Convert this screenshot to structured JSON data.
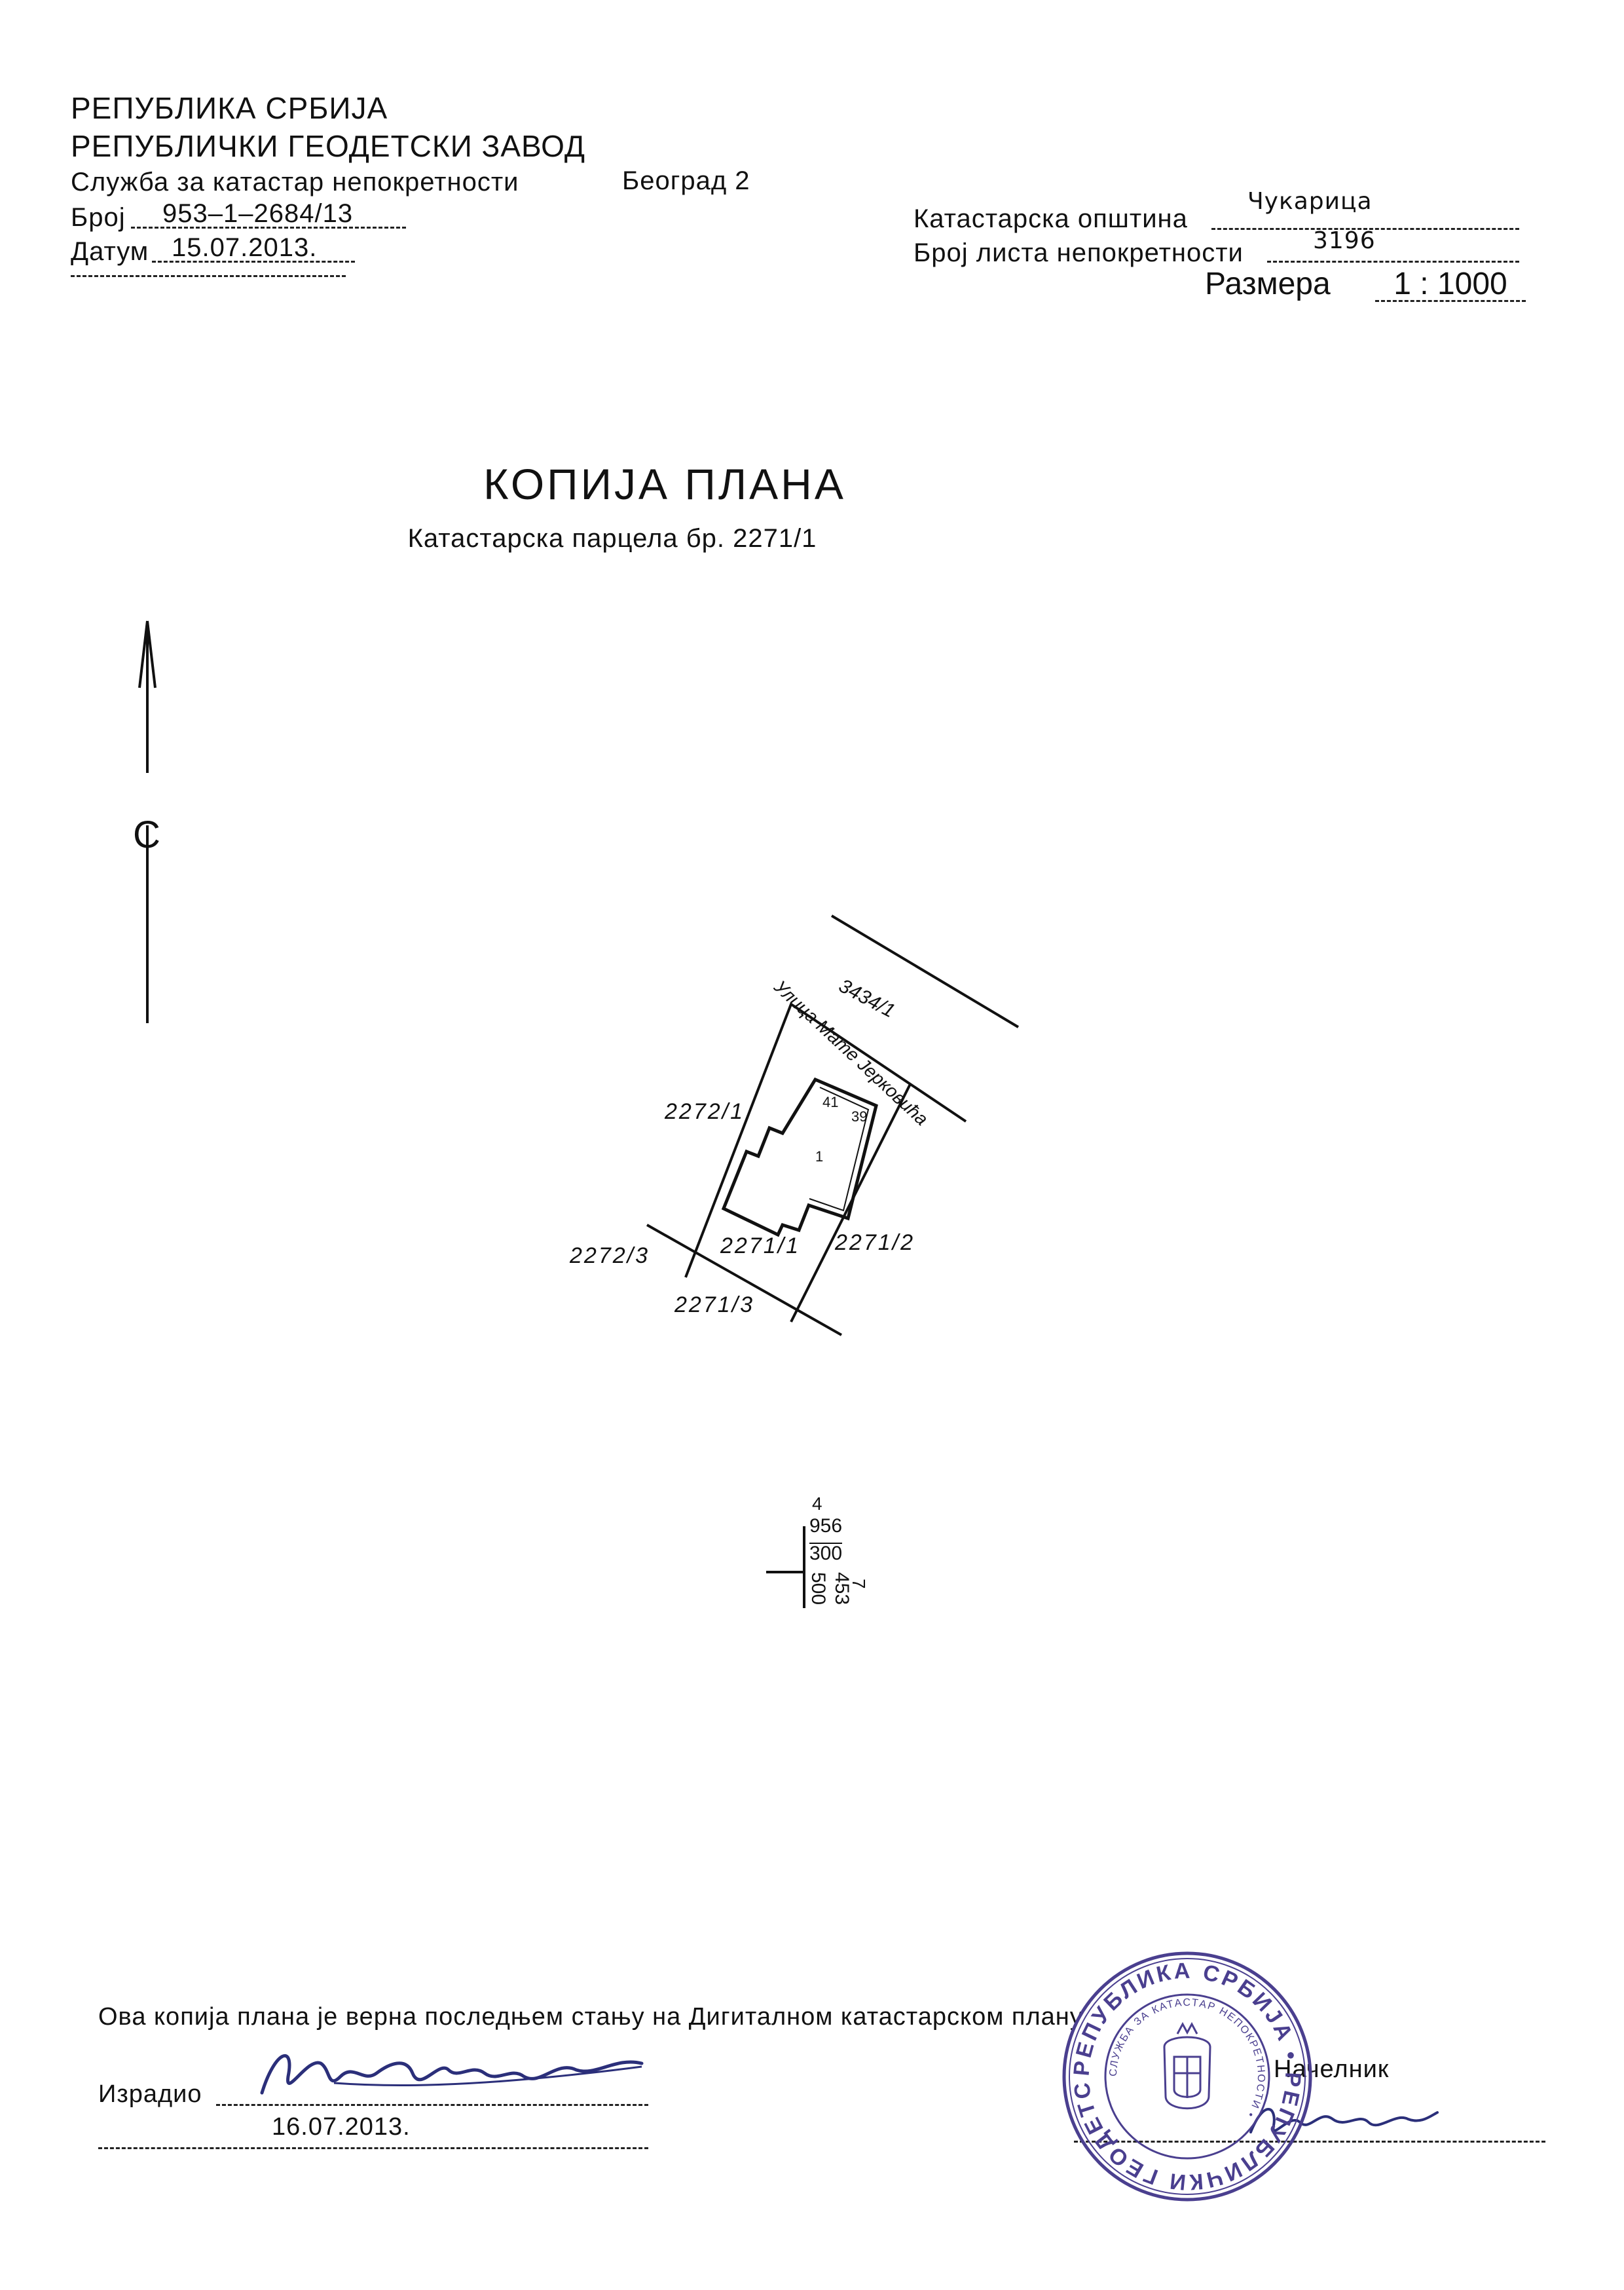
{
  "header": {
    "country": "РЕПУБЛИКА СРБИЈА",
    "agency": "РЕПУБЛИЧКИ ГЕОДЕТСКИ ЗАВОД",
    "service": "Служба за катастар непокретности",
    "service_city": "Београд 2",
    "number_label": "Број",
    "number_value": "953–1–2684/13",
    "date_label": "Датум",
    "date_value": "15.07.2013."
  },
  "right_header": {
    "municipality_label": "Катастарска општина",
    "municipality_value": "Чукарица",
    "sheet_label": "Број листа непокретности",
    "sheet_value": "3196",
    "scale_label": "Размера",
    "scale_value": "1 : 1000"
  },
  "title": {
    "main": "КОПИЈА ПЛАНА",
    "parcel": "Катастарска парцела бр. 2271/1"
  },
  "north": {
    "label": "С"
  },
  "plan": {
    "street_parcel": "3434/1",
    "street_name": "Улица Мате Јерковића",
    "parcel_main": "2271/1",
    "parcel_left": "2272/1",
    "parcel_right": "2271/2",
    "parcel_bottom_left": "2272/3",
    "parcel_bottom": "2271/3",
    "house_number_1": "41",
    "house_number_2": "39",
    "building_number": "1"
  },
  "grid_marker": {
    "top_index": "4",
    "north_value_1": "956",
    "north_value_2": "300",
    "side_index": "7",
    "east_value_1": "453",
    "east_value_2": "500"
  },
  "footer": {
    "statement": "Ова копија плана је верна последњем стању на Дигиталном катастарском плану",
    "made_by_label": "Израдио",
    "made_by_date": "16.07.2013.",
    "chief_label": "Начелник"
  },
  "stamp": {
    "outer_text": "РЕПУБЛИКА СРБИЈА • РЕПУБЛИЧКИ ГЕОДЕТСКИ ЗАВОД • БЕОГРАД •",
    "inner_text": "СЛУЖБА ЗА КАТАСТАР НЕПОКРЕТНОСТИ •",
    "color": "#4a3f8f"
  },
  "colors": {
    "ink": "#111111",
    "stamp_ink": "#4a3f8f",
    "signature_ink": "#2b2f7a"
  }
}
